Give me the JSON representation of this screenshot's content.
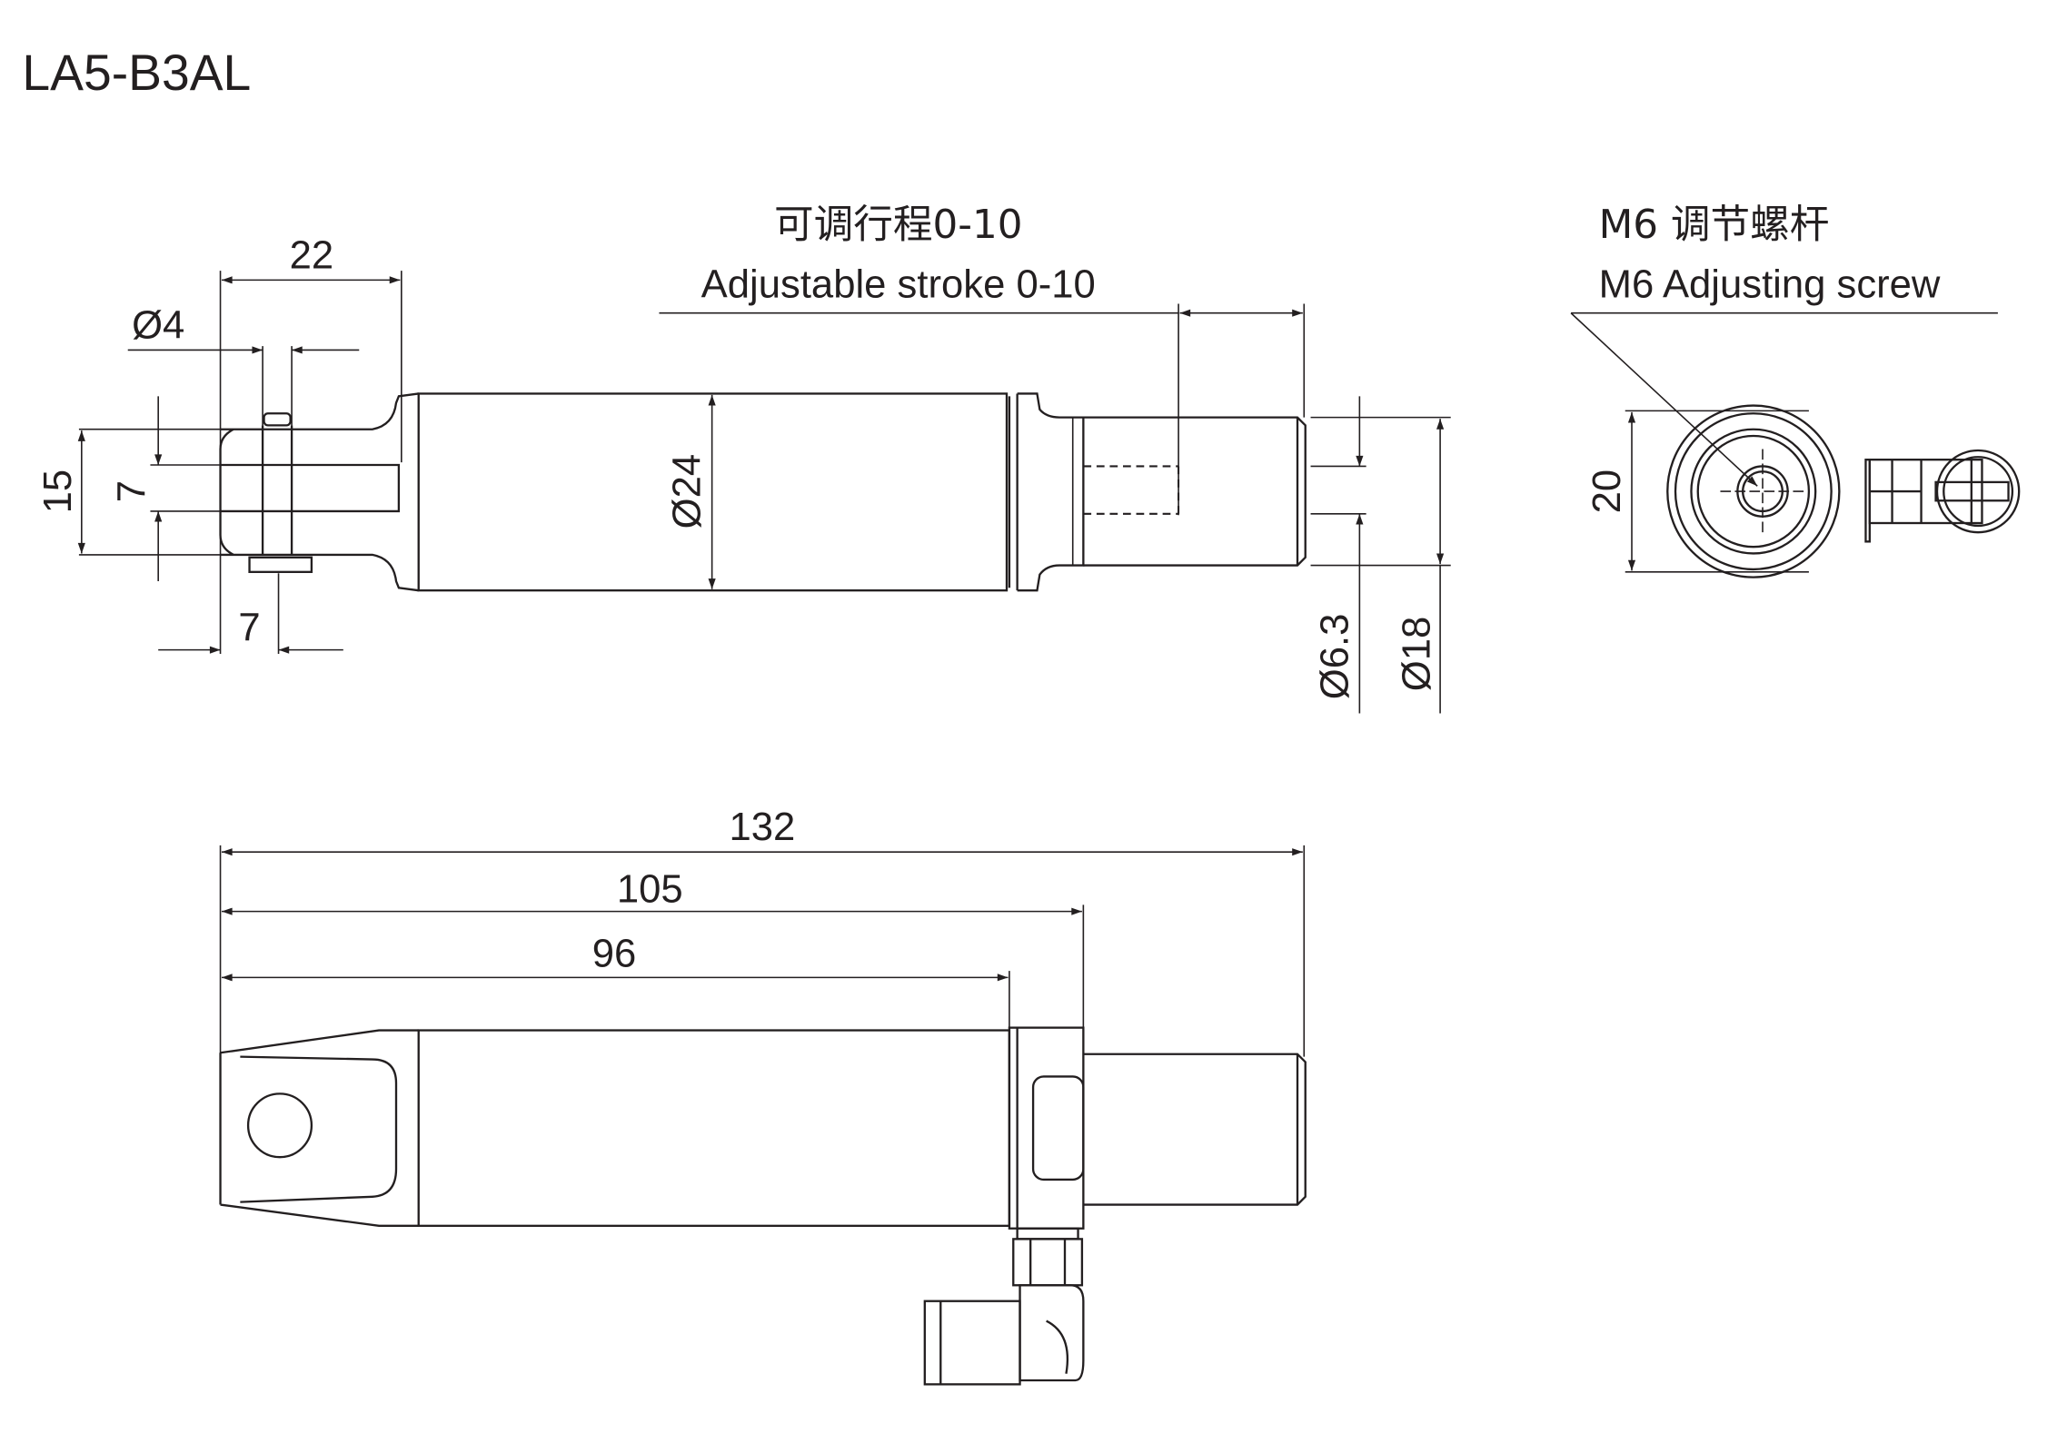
{
  "title": "LA5-B3AL",
  "top_view": {
    "stroke_label_cn": "可调行程0-10",
    "stroke_label_en": "Adjustable stroke 0-10",
    "dims": {
      "clevis_length": "22",
      "pin_diameter": "Ø4",
      "clevis_height": "15",
      "slot_width": "7",
      "pin_offset": "7",
      "body_diameter": "Ø24",
      "bore_diameter": "Ø6.3",
      "rod_diameter": "Ø18"
    }
  },
  "end_view": {
    "screw_label_cn": "M6 调节螺杆",
    "screw_label_en": "M6 Adjusting screw",
    "dims": {
      "height": "20"
    }
  },
  "side_view": {
    "dims": {
      "overall": "132",
      "to_rod": "105",
      "body": "96"
    }
  }
}
